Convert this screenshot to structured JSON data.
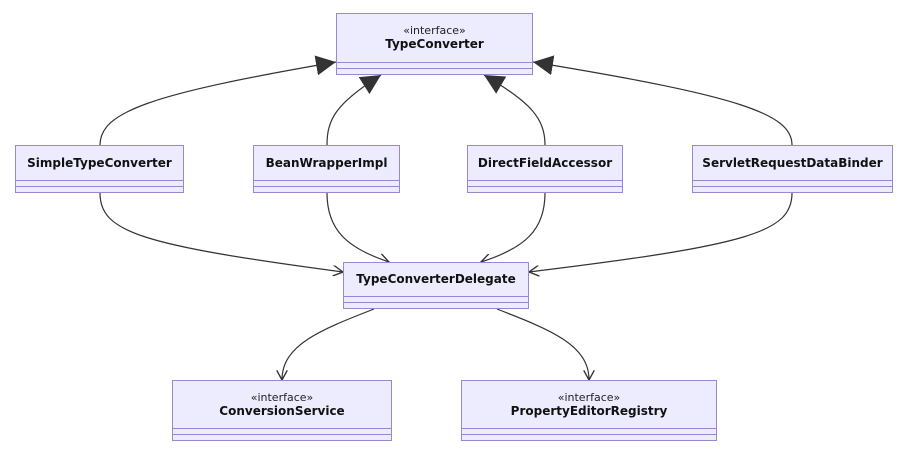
{
  "classes": {
    "type_converter": {
      "stereotype": "«interface»",
      "name": "TypeConverter"
    },
    "simple_type_converter": {
      "stereotype": "",
      "name": "SimpleTypeConverter"
    },
    "bean_wrapper_impl": {
      "stereotype": "",
      "name": "BeanWrapperImpl"
    },
    "direct_field_accessor": {
      "stereotype": "",
      "name": "DirectFieldAccessor"
    },
    "servlet_request_data_binder": {
      "stereotype": "",
      "name": "ServletRequestDataBinder"
    },
    "type_converter_delegate": {
      "stereotype": "",
      "name": "TypeConverterDelegate"
    },
    "conversion_service": {
      "stereotype": "«interface»",
      "name": "ConversionService"
    },
    "property_editor_registry": {
      "stereotype": "«interface»",
      "name": "PropertyEditorRegistry"
    }
  },
  "relations": [
    {
      "from": "SimpleTypeConverter",
      "to": "TypeConverter",
      "kind": "realization"
    },
    {
      "from": "BeanWrapperImpl",
      "to": "TypeConverter",
      "kind": "realization"
    },
    {
      "from": "DirectFieldAccessor",
      "to": "TypeConverter",
      "kind": "realization"
    },
    {
      "from": "ServletRequestDataBinder",
      "to": "TypeConverter",
      "kind": "realization"
    },
    {
      "from": "SimpleTypeConverter",
      "to": "TypeConverterDelegate",
      "kind": "association"
    },
    {
      "from": "BeanWrapperImpl",
      "to": "TypeConverterDelegate",
      "kind": "association"
    },
    {
      "from": "DirectFieldAccessor",
      "to": "TypeConverterDelegate",
      "kind": "association"
    },
    {
      "from": "ServletRequestDataBinder",
      "to": "TypeConverterDelegate",
      "kind": "association"
    },
    {
      "from": "TypeConverterDelegate",
      "to": "ConversionService",
      "kind": "association"
    },
    {
      "from": "TypeConverterDelegate",
      "to": "PropertyEditorRegistry",
      "kind": "association"
    }
  ],
  "colors": {
    "box_fill": "#ececfe",
    "box_border": "#9b87d0",
    "edge": "#333333"
  }
}
